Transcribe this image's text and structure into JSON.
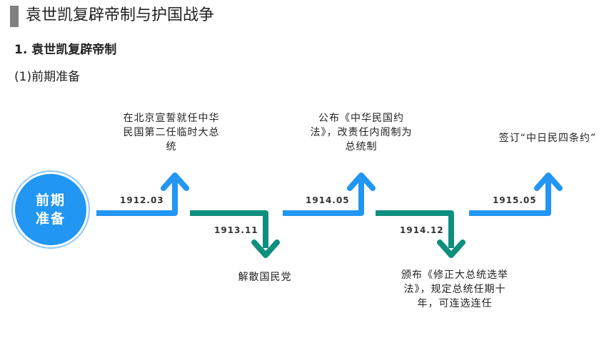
{
  "header": {
    "title": "袁世凯复辟帝制与护国战争",
    "section": "1. 袁世凯复辟帝制",
    "subsection": "(1)前期准备"
  },
  "hub": {
    "label": "前期准备"
  },
  "timeline": [
    {
      "date": "1912.03",
      "event": "在北京宣誓就任中华民国第二任临时大总统",
      "direction": "up"
    },
    {
      "date": "1913.11",
      "event": "解散国民党",
      "direction": "down"
    },
    {
      "date": "1914.05",
      "event": "公布《中华民国约法》，改责任内阁制为总统制",
      "direction": "up"
    },
    {
      "date": "1914.12",
      "event": "颁布《修正大总统选举法》，规定总统任期十年，可连选连任",
      "direction": "down"
    },
    {
      "date": "1915.05",
      "event": "签订“中日民四条约”",
      "direction": "up"
    }
  ],
  "colors": {
    "blue": "#2196F3",
    "green": "#0E8F7E",
    "title_bar": "#808080"
  }
}
